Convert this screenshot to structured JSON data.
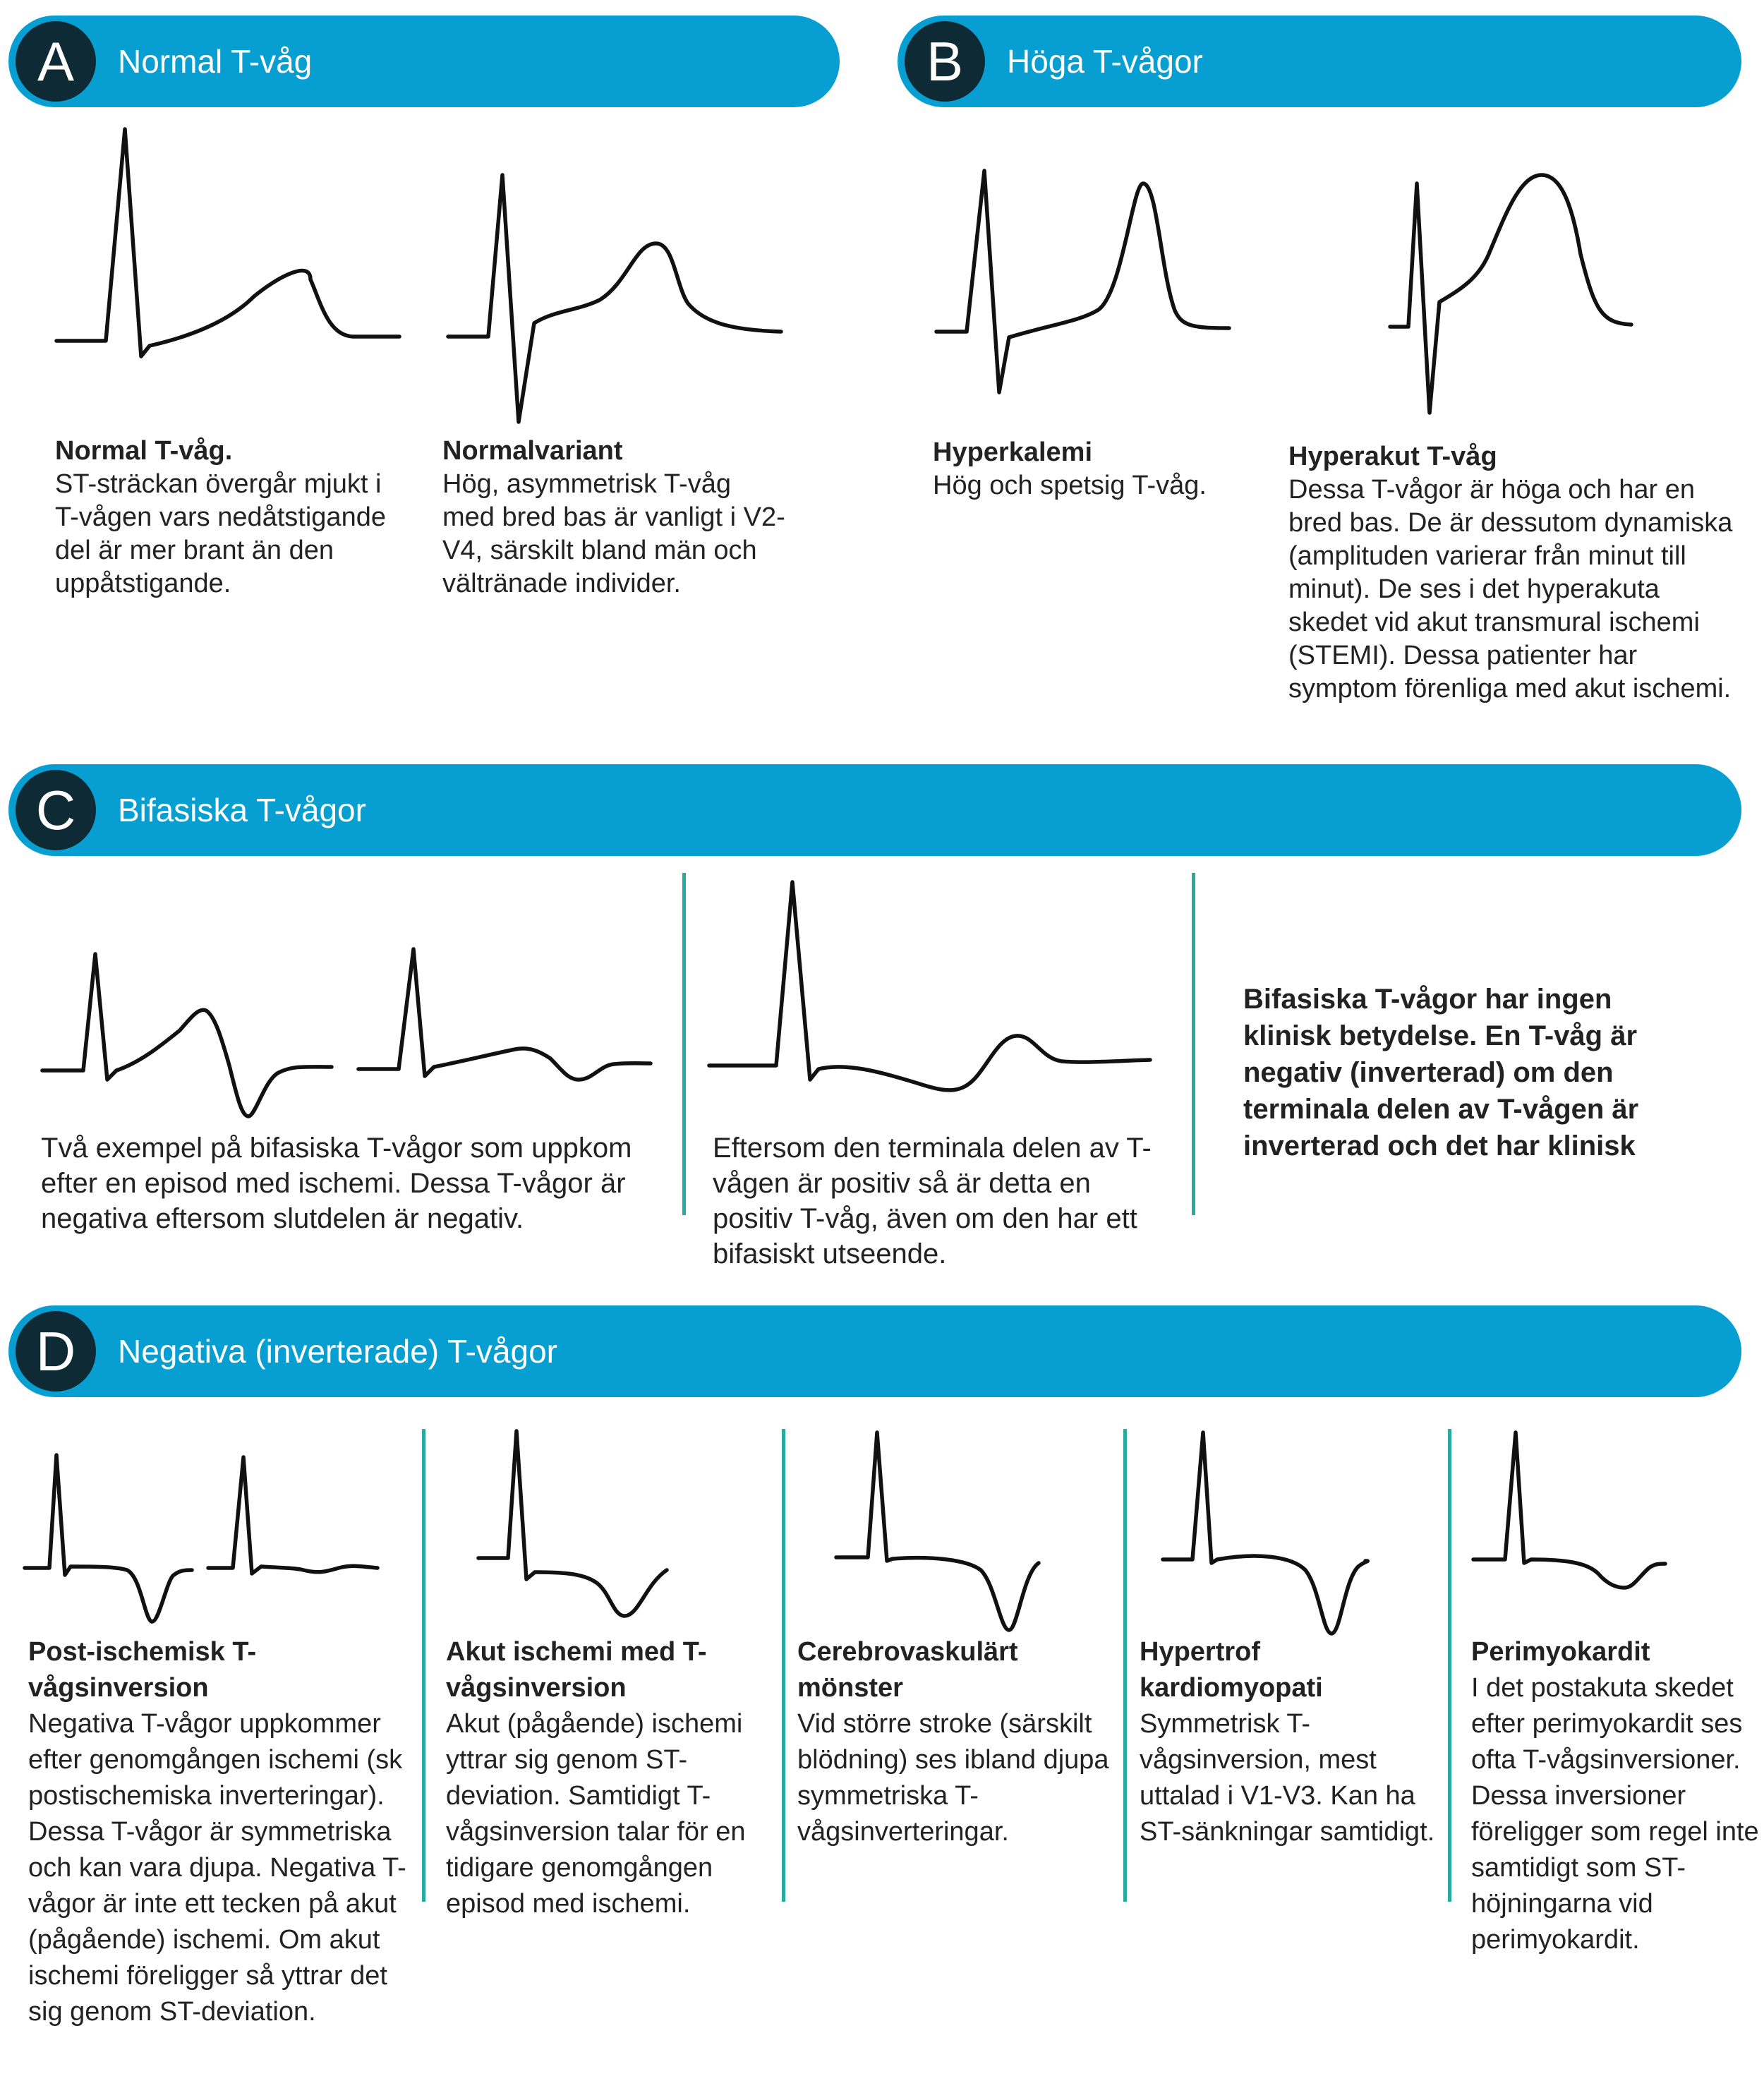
{
  "sections": {
    "A": {
      "badge": "A",
      "title": "Normal T-våg"
    },
    "B": {
      "badge": "B",
      "title": "Höga T-vågor"
    },
    "C": {
      "badge": "C",
      "title": "Bifasiska T-vågor"
    },
    "D": {
      "badge": "D",
      "title": "Negativa (inverterade) T-vågor"
    }
  },
  "a": {
    "normal": {
      "heading": "Normal T-våg.",
      "body": "ST-sträckan övergår mjukt i T-vågen vars nedåtstigande del är mer brant än den uppåtstigande."
    },
    "variant": {
      "heading": "Normalvariant",
      "body": "Hög, asymmetrisk T-våg med bred bas är vanligt i V2-V4, särskilt bland män och vältränade individer."
    }
  },
  "b": {
    "hyperkalemi": {
      "heading": "Hyperkalemi",
      "body": "Hög och spetsig T-våg."
    },
    "hyperakut": {
      "heading": "Hyperakut T-våg",
      "body": "Dessa T-vågor är höga och har en bred bas. De är dessutom dynamiska (amplituden varierar från minut till minut). De ses i det hyperakuta skedet vid akut transmural ischemi (STEMI). Dessa patienter har symptom förenliga med akut ischemi."
    }
  },
  "c": {
    "left": "Två exempel på bifasiska T-vågor som uppkom efter en episod med ischemi. Dessa T-vågor är negativa eftersom slutdelen är negativ.",
    "mid": "Eftersom den terminala delen av T-vågen är positiv så är detta en positiv T-våg, även om den har ett bifasiskt utseende.",
    "right": "Bifasiska T-vågor har ingen klinisk betydelse. En T-våg är negativ (inverterad) om den terminala delen av T-vågen är inverterad och det har klinisk"
  },
  "d": {
    "post": {
      "heading": "Post-ischemisk T-vågsinversion",
      "body": "Negativa T-vågor uppkommer efter genomgången ischemi (sk postischemiska inverteringar). Dessa T-vågor är symmetriska och kan vara djupa. Negativa T-vågor är inte ett tecken på akut (pågående) ischemi. Om akut ischemi föreligger så yttrar det sig genom ST-deviation."
    },
    "akut": {
      "heading": "Akut ischemi med T-vågsinversion",
      "body": "Akut (pågående) ischemi yttrar sig genom ST-deviation. Samtidigt T-vågsinversion talar för en tidigare genomgången episod med ischemi."
    },
    "cerebro": {
      "heading": "Cerebrovaskulärt mönster",
      "body": "Vid större stroke (särskilt blödning) ses ibland djupa symmetriska T-vågsinverteringar."
    },
    "hypertrof": {
      "heading": "Hypertrof kardiomyopati",
      "body": "Symmetrisk T-vågsinversion, mest uttalad i V1-V3. Kan ha ST-sänkningar samtidigt."
    },
    "peri": {
      "heading": "Perimyokardit",
      "body": "I det postakuta skedet efter perimyokardit ses ofta T-vågsinversioner. Dessa inversioner föreligger som regel inte samtidigt som ST-höjningarna vid perimyokardit."
    }
  },
  "colors": {
    "banner": "#079fd2",
    "badge": "#0e2a35",
    "divider": "#2aa9a0"
  }
}
